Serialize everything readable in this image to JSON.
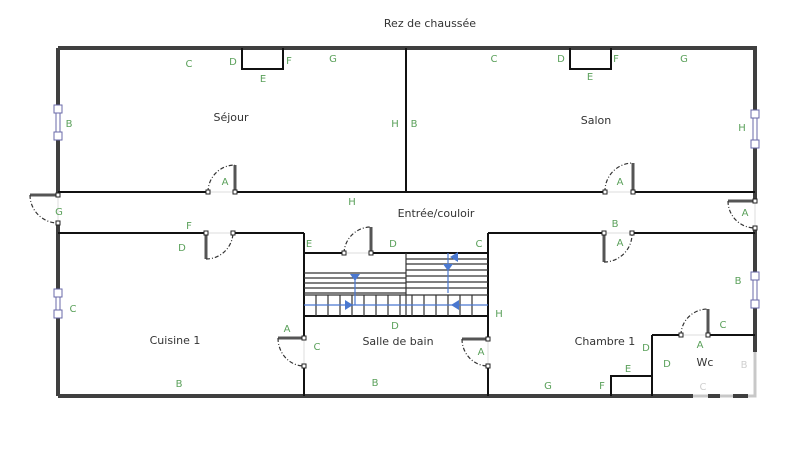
{
  "plan": {
    "title": "Rez de chaussée",
    "rooms": [
      {
        "name": "Séjour"
      },
      {
        "name": "Salon"
      },
      {
        "name": "Entrée/couloir"
      },
      {
        "name": "Cuisine 1"
      },
      {
        "name": "Salle de bain"
      },
      {
        "name": "Chambre 1"
      },
      {
        "name": "Wc"
      }
    ],
    "wall_labels": {
      "sejour": {
        "top_c": "C",
        "top_d": "D",
        "top_e": "E",
        "top_f": "F",
        "top_g": "G",
        "left_b": "B",
        "right_h": "H",
        "door_a": "A"
      },
      "salon": {
        "top_c": "C",
        "top_d": "D",
        "top_e": "E",
        "top_f": "F",
        "top_g": "G",
        "left_b": "B",
        "right_h": "H",
        "door_a": "A"
      },
      "entree": {
        "top_h": "H",
        "left_g": "G",
        "right_a": "A"
      },
      "cuisine": {
        "top_f": "F",
        "door_d": "D",
        "right_a": "A",
        "right_c": "C",
        "left_c": "C",
        "bottom_b": "B",
        "top_right_e": "E"
      },
      "salle_de_bain": {
        "top_d": "D",
        "stair_top_d": "D",
        "stair_top_c": "C",
        "right_h": "H",
        "right_a": "A",
        "bottom_b": "B"
      },
      "chambre": {
        "top_b": "B",
        "door_a": "A",
        "right_b": "B",
        "bottom_g": "G",
        "step_f": "F",
        "step_e": "E",
        "step_d": "D"
      },
      "wc": {
        "door_a": "A",
        "top_c": "C",
        "left_d": "D",
        "right_b": "B",
        "bottom_c": "C"
      }
    },
    "colors": {
      "label_green": "#5aa05a",
      "window_blue": "#6a6aa8",
      "stair_arrow_blue": "#4a78d0",
      "wall_dark": "#3f3f3f"
    }
  }
}
